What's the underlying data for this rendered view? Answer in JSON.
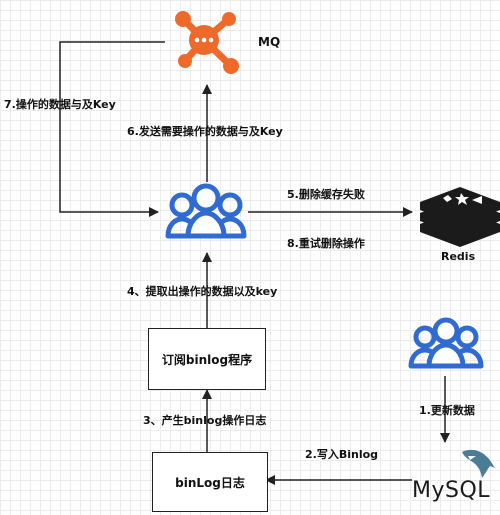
{
  "nodes": {
    "mq": "MQ",
    "redis": "Redis",
    "subscriber_box": "订阅binlog程序",
    "binlog_box": "binLog日志",
    "mysql": "MySQL"
  },
  "edges": {
    "e1": "1.更新数据",
    "e2": "2.写入Binlog",
    "e3": "3、产生binlog操作日志",
    "e4": "4、提取出操作的数据以及key",
    "e5": "5.删除缓存失败",
    "e6": "6.发送需要操作的数据与及Key",
    "e7": "7.操作的数据与及Key",
    "e8": "8.重试删除操作"
  },
  "colors": {
    "users_icon": "#2f6bd1",
    "mq_icon": "#ee6a2b",
    "redis_icon": "#1b1b1b",
    "redis_accent": "#ffffff",
    "lines": "#222222",
    "mysql_dolphin": "#4a7d94"
  }
}
